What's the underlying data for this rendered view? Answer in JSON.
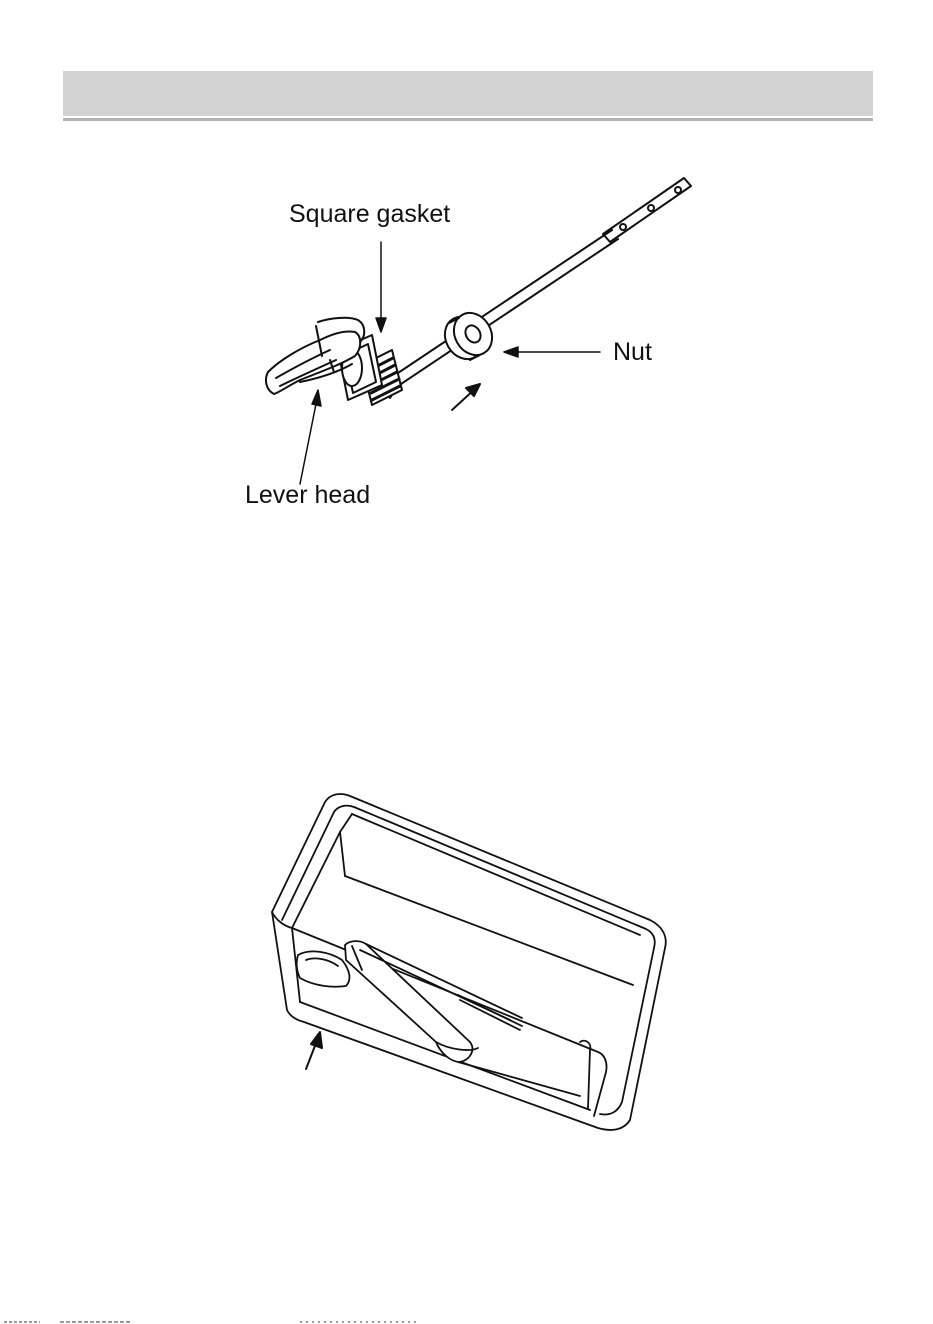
{
  "header": {
    "bar_color": "#d2d2d2",
    "rule_color": "#b4b4b4"
  },
  "figure1": {
    "labels": {
      "square_gasket": "Square gasket",
      "nut": "Nut",
      "lever_head": "Lever head"
    }
  },
  "figure2": {
    "labels": {}
  }
}
